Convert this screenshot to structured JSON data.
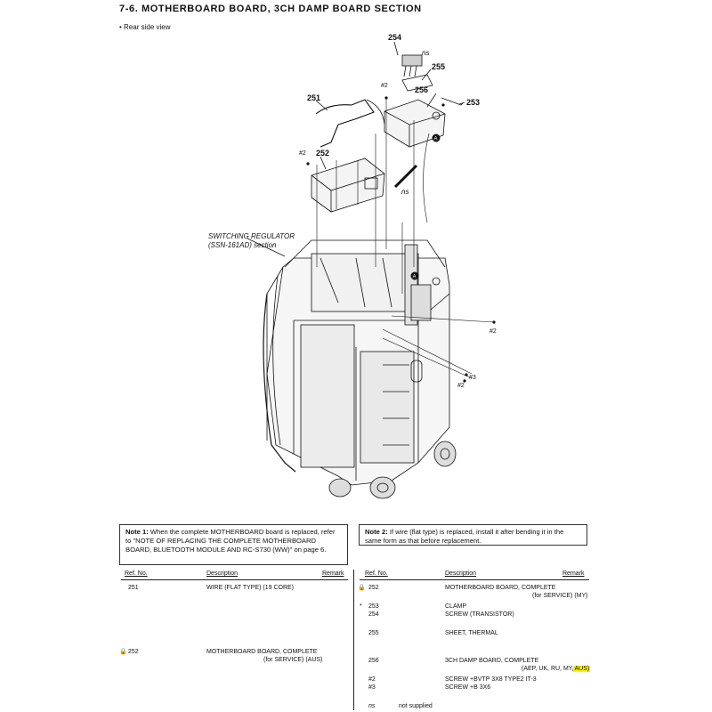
{
  "header": {
    "title": "7-6.   MOTHERBOARD BOARD, 3CH DAMP BOARD SECTION",
    "subtitle": "•  Rear side view"
  },
  "diagram": {
    "callouts": {
      "c254": "254",
      "c255": "255",
      "c256": "256",
      "c253": "253",
      "c251": "251",
      "c252": "252",
      "s2a": "#2",
      "s2b": "#2",
      "s2c": "#2",
      "s2d": "#2",
      "s3": "#3",
      "ns1": "ns",
      "ns2": "ns",
      "markA1": "A",
      "markA2": "A"
    },
    "switching_label_1": "SWITCHING REGULATOR",
    "switching_label_2": "(SSN-161AD) section"
  },
  "notes": {
    "note1_head": "Note 1:",
    "note1_text": "When the complete MOTHERBOARD board is replaced, refer to \"NOTE OF REPLACING THE COMPLETE MOTHERBOARD BOARD, BLUETOOTH MODULE AND RC-S730 (WW)\" on page 6.",
    "note2_head": "Note 2:",
    "note2_text": "If wire (flat type) is replaced, install it after bending it in the same form as that before replacement."
  },
  "parts_table": {
    "headers": {
      "ref": "Ref. No.",
      "desc": "Description",
      "remark": "Remark"
    },
    "left": [
      {
        "ref": "251",
        "desc": "WIRE (FLAT TYPE) (19 CORE)",
        "sub": ""
      },
      {
        "ref": "252",
        "desc": "MOTHERBOARD BOARD, COMPLETE",
        "sub": "(for SERVICE) (AUS)"
      }
    ],
    "right": [
      {
        "ref": "252",
        "desc": "MOTHERBOARD BOARD, COMPLETE",
        "sub": "(for SERVICE) (MY)"
      },
      {
        "ref": "253",
        "desc": "CLAMP",
        "sub": ""
      },
      {
        "ref": "254",
        "desc": "SCREW (TRANSISTOR)",
        "sub": ""
      },
      {
        "ref": "255",
        "desc": "SHEET, THERMAL",
        "sub": ""
      },
      {
        "ref": "256",
        "desc": "3CH DAMP BOARD, COMPLETE",
        "sub_pre": "(AEP, UK, RU, MY,",
        "sub_hl": "AUS)"
      },
      {
        "ref": "#2",
        "desc": "SCREW +BVTP 3X8 TYPE2 IT-3",
        "sub": ""
      },
      {
        "ref": "#3",
        "desc": "SCREW +B 3X6",
        "sub": ""
      }
    ],
    "marks": {
      "lock": "🔒",
      "star": "*"
    },
    "legend": {
      "code": "ns",
      "text": "not supplied"
    }
  },
  "colors": {
    "highlight": "#fff200",
    "line": "#111111"
  }
}
